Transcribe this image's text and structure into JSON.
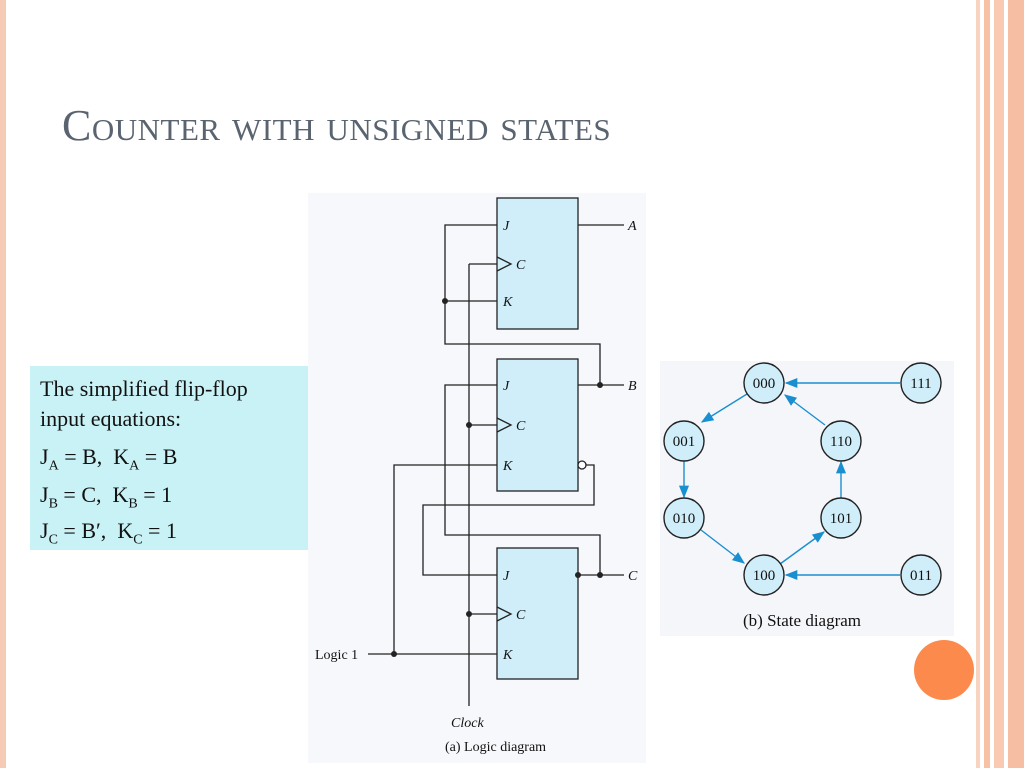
{
  "slide": {
    "title": "Counter with unsigned states",
    "accent_color": "#fc8a4c",
    "border_color": "#f6cbb6"
  },
  "equations": {
    "intro_line1": "The simplified flip-flop",
    "intro_line2": "input equations:",
    "rows": [
      {
        "j_var": "J",
        "j_sub": "A",
        "j_val": " = B,  ",
        "k_var": "K",
        "k_sub": "A",
        "k_val": " = B"
      },
      {
        "j_var": "J",
        "j_sub": "B",
        "j_val": " = C,  ",
        "k_var": "K",
        "k_sub": "B",
        "k_val": " = 1"
      },
      {
        "j_var": "J",
        "j_sub": "C",
        "j_val": " = B′,  ",
        "k_var": "K",
        "k_sub": "C",
        "k_val": " = 1"
      }
    ]
  },
  "logic_diagram": {
    "caption": "(a) Logic diagram",
    "pin_j": "J",
    "pin_c": "C",
    "pin_k": "K",
    "output_a": "A",
    "output_b": "B",
    "output_c": "C",
    "input_logic": "Logic 1",
    "input_clock": "Clock"
  },
  "state_diagram": {
    "caption": "(b) State diagram",
    "states": [
      "000",
      "001",
      "010",
      "100",
      "101",
      "110",
      "111",
      "011"
    ]
  }
}
